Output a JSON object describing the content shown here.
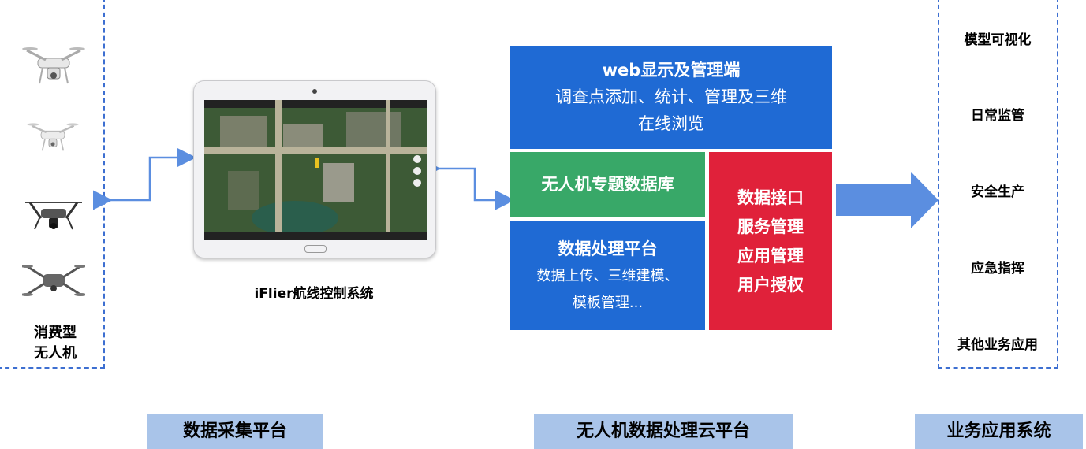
{
  "collection": {
    "device_label_line1": "消费型",
    "device_label_line2": "无人机",
    "drones": [
      "drone-phantom-icon",
      "drone-phantom-small-icon",
      "drone-inspire-icon",
      "drone-mavic-icon"
    ]
  },
  "tablet": {
    "caption": "iFlier航线控制系统"
  },
  "cloud": {
    "web": {
      "title": "web显示及管理端",
      "line1": "调查点添加、统计、管理及三维",
      "line2": "在线浏览"
    },
    "database": {
      "title": "无人机专题数据库"
    },
    "processing": {
      "title": "数据处理平台",
      "line1": "数据上传、三维建模、",
      "line2": "模板管理..."
    },
    "services": {
      "line1": "数据接口",
      "line2": "服务管理",
      "line3": "应用管理",
      "line4": "用户授权"
    }
  },
  "business": {
    "items": [
      "模型可视化",
      "日常监管",
      "安全生产",
      "应急指挥",
      "其他业务应用"
    ]
  },
  "footer": {
    "left": "数据采集平台",
    "center": "无人机数据处理云平台",
    "right": "业务应用系统"
  },
  "colors": {
    "blue_block": "#1f6ad4",
    "green_block": "#38a868",
    "red_block": "#e0213a",
    "arrow": "#5b8ee0",
    "footer_bg": "#a9c4e9",
    "dash": "#3d6fd1"
  }
}
